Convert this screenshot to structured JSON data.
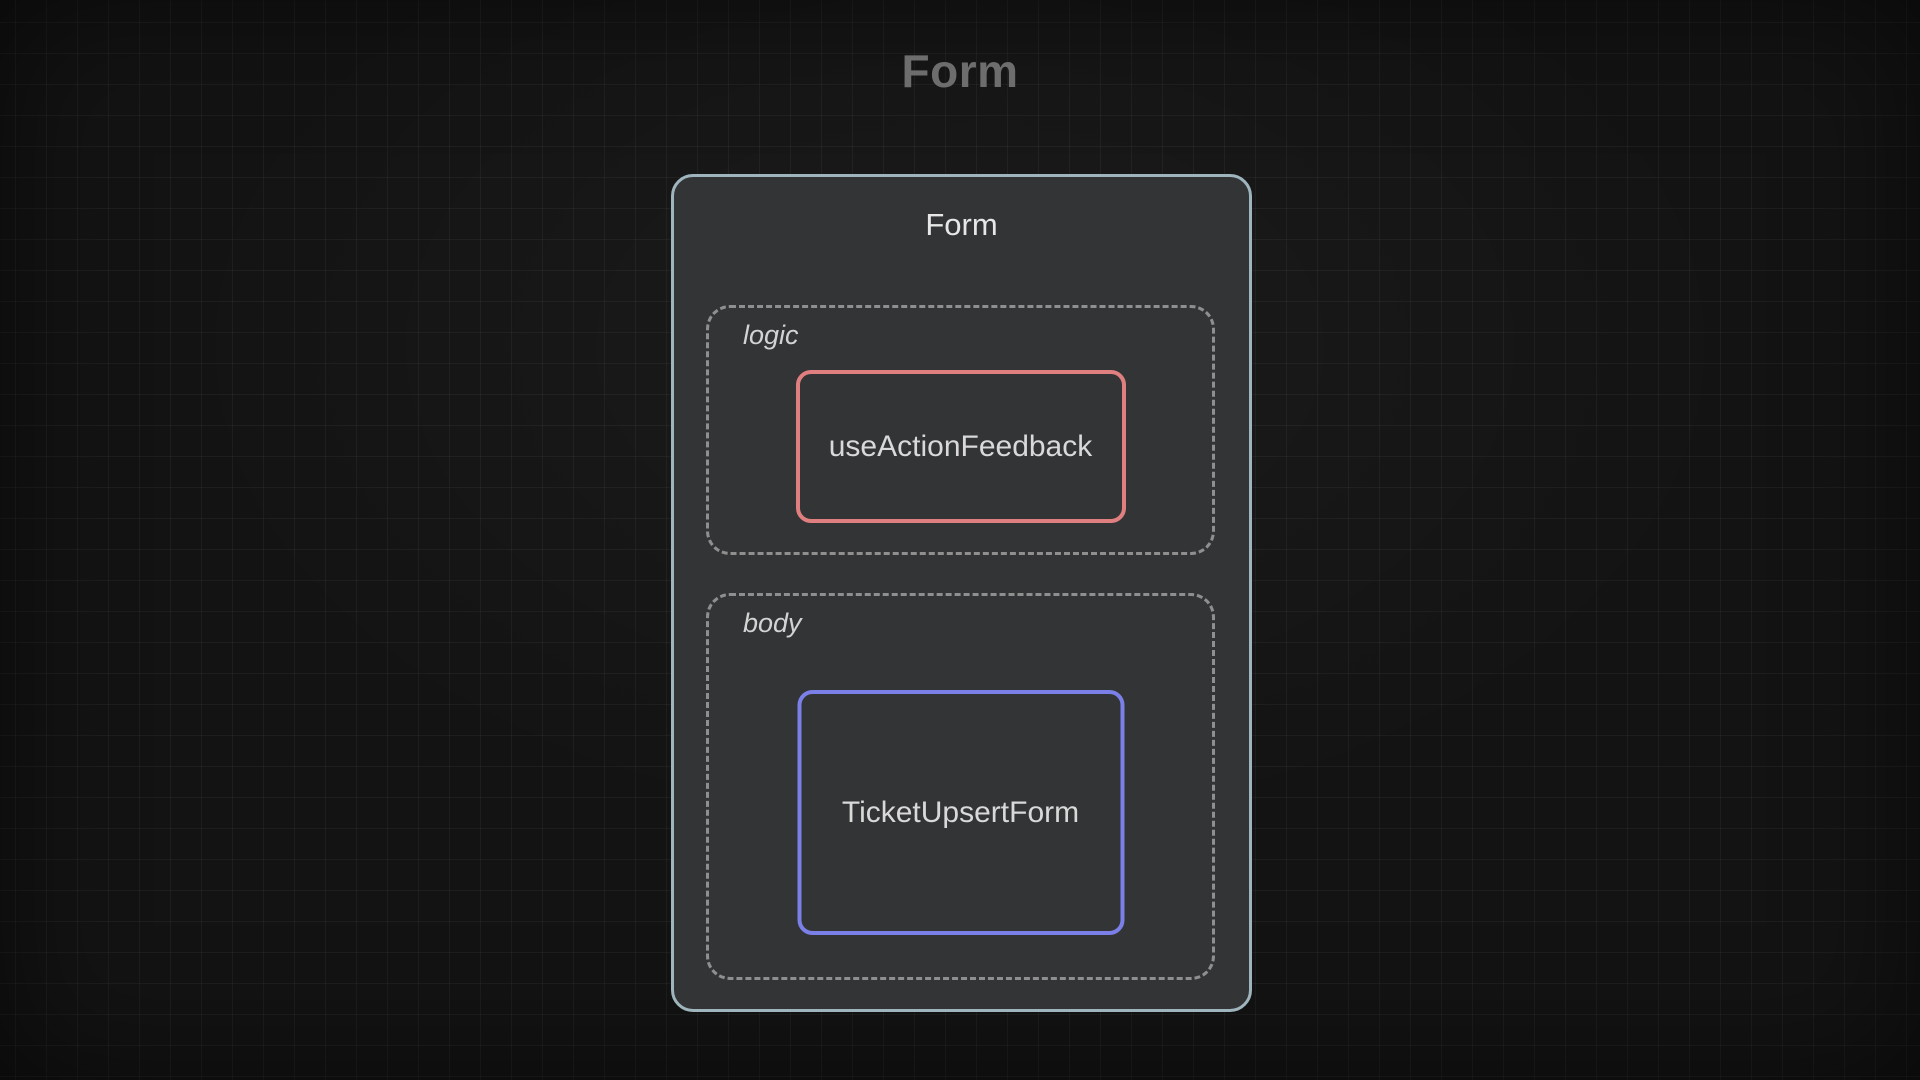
{
  "page": {
    "title": "Form",
    "background_color": "#131313",
    "grid_line_color": "#1f1f1f"
  },
  "card": {
    "label": "Form",
    "border_color": "#9fb5bd",
    "fill_color": "#333436",
    "group_border_color": "#8f8f8f",
    "groups": [
      {
        "name": "logic",
        "node": {
          "label": "useActionFeedback",
          "border_color": "#df7f7f"
        }
      },
      {
        "name": "body",
        "node": {
          "label": "TicketUpsertForm",
          "border_color": "#7b80e8"
        }
      }
    ]
  }
}
